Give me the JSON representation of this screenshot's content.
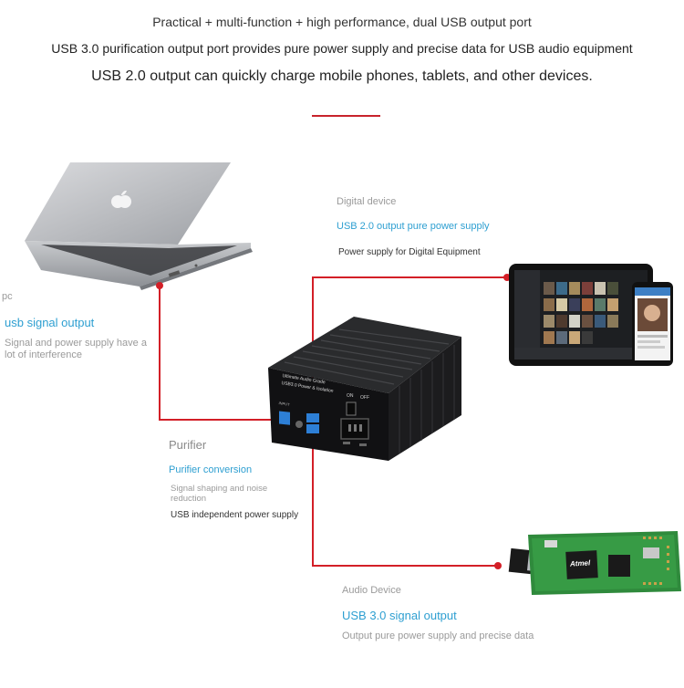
{
  "header": {
    "line1": "Practical + multi-function + high performance, dual USB output port",
    "line2": "USB 3.0 purification output port provides pure power supply and precise data for USB audio equipment",
    "line3": "USB 2.0 output can quickly charge mobile phones, tablets, and other devices."
  },
  "pc": {
    "label": "pc",
    "title": "usb signal output",
    "desc": "Signal and power supply have a lot of interference"
  },
  "digital": {
    "label": "Digital device",
    "title": "USB 2.0 output pure power supply",
    "desc": "Power supply for Digital Equipment"
  },
  "purifier": {
    "label": "Purifier",
    "title": "Purifier conversion",
    "desc": "Signal shaping and noise reduction",
    "note": "USB independent power supply",
    "box_line1": "Ultimate Audio Grade",
    "box_line2": "USB3.0 Power & Isolation",
    "box_line3": "INPUT",
    "switch_on": "ON",
    "switch_off": "OFF"
  },
  "audio": {
    "label": "Audio Device",
    "title": "USB 3.0 signal output",
    "desc": "Output pure power supply and precise data",
    "board_chip": "Atmel"
  },
  "colors": {
    "accent_red": "#d31f27",
    "blue": "#2e9fd1"
  }
}
